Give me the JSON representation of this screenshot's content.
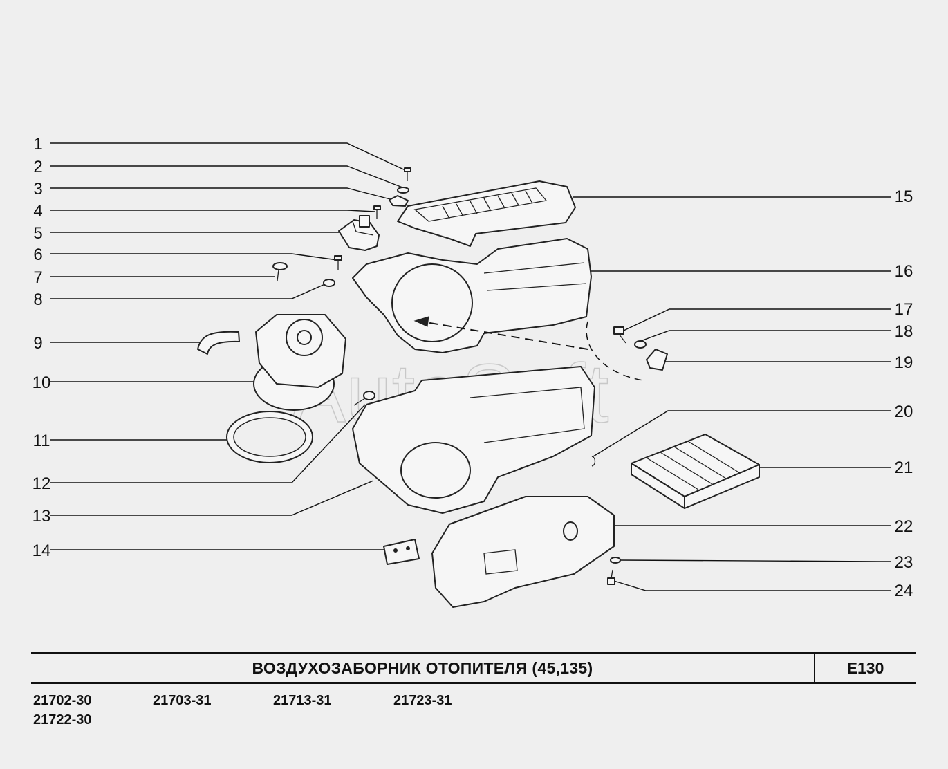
{
  "callouts_left": [
    "1",
    "2",
    "3",
    "4",
    "5",
    "6",
    "7",
    "8",
    "9",
    "10",
    "11",
    "12",
    "13",
    "14"
  ],
  "callouts_right": [
    "15",
    "16",
    "17",
    "18",
    "19",
    "20",
    "21",
    "22",
    "23",
    "24"
  ],
  "watermark": "AutoSoft",
  "title": "ВОЗДУХОЗАБОРНИК  ОТОПИТЕЛЯ (45,135)",
  "code": "E130",
  "models": [
    "21702-30",
    "21703-31",
    "21713-31",
    "21723-31",
    "21722-30"
  ]
}
